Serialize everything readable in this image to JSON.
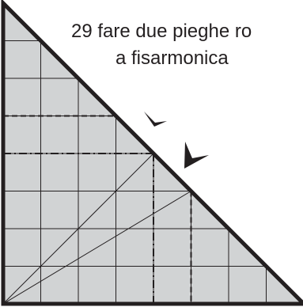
{
  "instruction": {
    "line1": "29 fare due pieghe ro",
    "line2": "a fisarmonica"
  },
  "colors": {
    "paper_fill": "#d1d3d4",
    "ink": "#231f20",
    "background": "#ffffff"
  },
  "diagram": {
    "grid_divisions": 8,
    "shape": "right-triangle",
    "folds": [
      {
        "name": "valley-fold",
        "style": "dashed"
      },
      {
        "name": "mountain-fold",
        "style": "dash-dot"
      }
    ],
    "arrow_count": 2
  }
}
